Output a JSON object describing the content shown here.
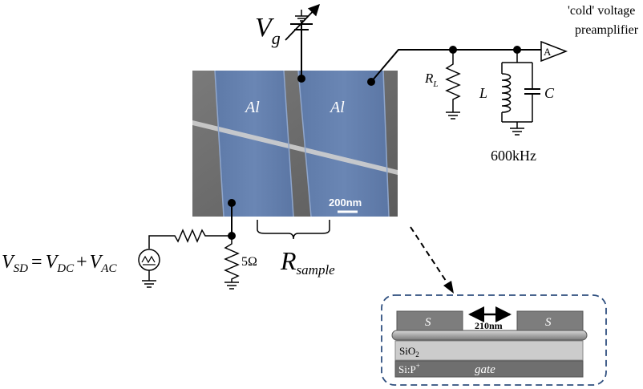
{
  "circuit": {
    "gate_voltage": {
      "main": "V",
      "sub": "g"
    },
    "preamp": {
      "line1": "'cold' voltage",
      "line2": "preamplifier",
      "symbol": "A"
    },
    "load_resistor": {
      "main": "R",
      "sub": "L"
    },
    "inductor": "L",
    "capacitor": "C",
    "frequency": "600kHz",
    "shunt_resistor": "5Ω",
    "source_equation": {
      "lhs": "V",
      "lhs_sub": "SD",
      "eq": "=",
      "term1": "V",
      "term1_sub": "DC",
      "plus": "+",
      "term2": "V",
      "term2_sub": "AC"
    },
    "sample_resistance": {
      "main": "R",
      "sub": "sample"
    }
  },
  "micrograph": {
    "electrode_left": "Al",
    "electrode_right": "Al",
    "scale_bar": "200nm"
  },
  "cross_section": {
    "source_left": "S",
    "source_right": "S",
    "gap": "210nm",
    "oxide": {
      "main": "SiO",
      "sub": "2"
    },
    "substrate": {
      "main": "Si:P",
      "sup": "+"
    },
    "gate": "gate"
  }
}
